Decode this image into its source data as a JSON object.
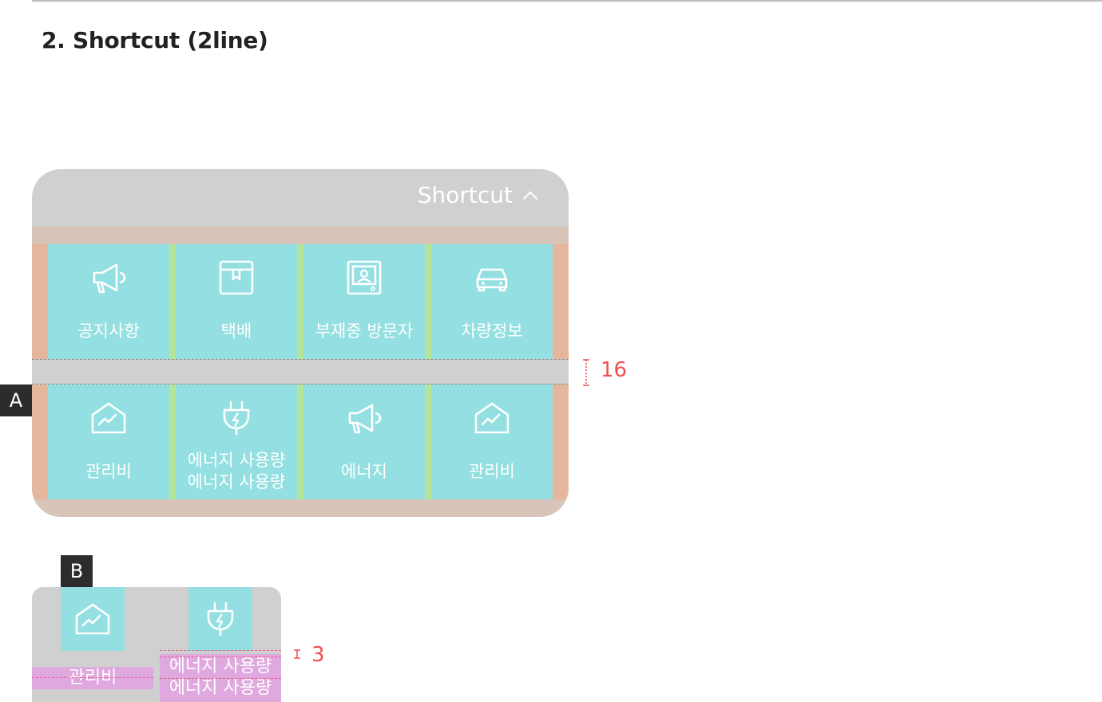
{
  "section": {
    "title": "2. Shortcut (2line)"
  },
  "panel_a": {
    "header": {
      "label": "Shortcut",
      "chevron_icon": "chevron-up-icon"
    },
    "rows": [
      [
        {
          "icon": "megaphone-icon",
          "lines": [
            "공지사항"
          ]
        },
        {
          "icon": "box-icon",
          "lines": [
            "택배"
          ]
        },
        {
          "icon": "doorbell-icon",
          "lines": [
            "부재중 방문자"
          ]
        },
        {
          "icon": "car-icon",
          "lines": [
            "차량정보"
          ]
        }
      ],
      [
        {
          "icon": "house-chart-icon",
          "lines": [
            "관리비"
          ]
        },
        {
          "icon": "plug-icon",
          "lines": [
            "에너지 사용량",
            "에너지 사용량"
          ]
        },
        {
          "icon": "megaphone-icon",
          "lines": [
            "에너지"
          ]
        },
        {
          "icon": "house-chart-icon",
          "lines": [
            "관리비"
          ]
        }
      ]
    ],
    "gap_measure": "16",
    "badge": "A"
  },
  "panel_b": {
    "badge": "B",
    "item1": {
      "icon": "house-chart-icon",
      "label": "관리비"
    },
    "item2": {
      "icon": "plug-icon",
      "line1": "에너지 사용량",
      "line2": "에너지 사용량"
    },
    "gap_measure": "3"
  },
  "colors": {
    "tile": "#94dfe1",
    "separator": "#b4e39a",
    "padding": "#e4b79d",
    "panel": "#d0d0d0",
    "label_highlight": "#dfa8df",
    "measure": "#ef4f4f"
  }
}
